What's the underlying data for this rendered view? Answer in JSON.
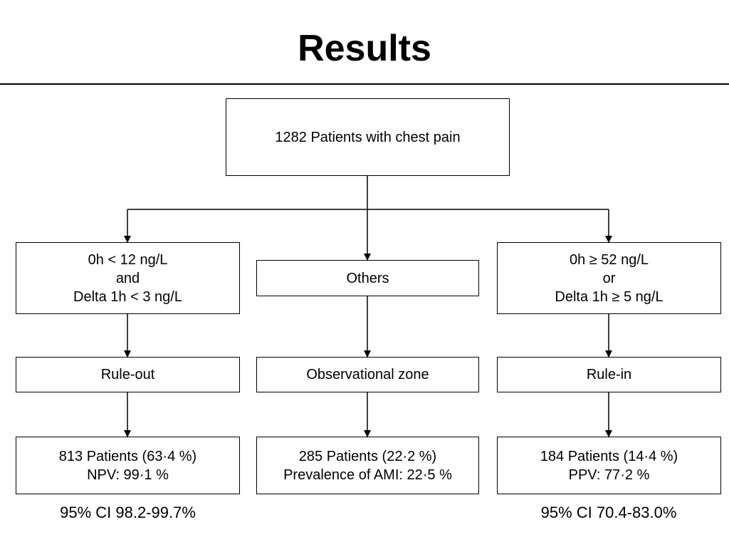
{
  "title": "Results",
  "root": {
    "text": "1282 Patients with chest pain"
  },
  "branches": {
    "left": {
      "criteria": [
        "0h < 12 ng/L",
        "and",
        "Delta 1h < 3 ng/L"
      ],
      "zone": "Rule-out",
      "result": [
        "813 Patients (63·4 %)",
        "NPV: 99·1 %"
      ],
      "ci": "95% CI 98.2-99.7%"
    },
    "middle": {
      "criteria": [
        "Others"
      ],
      "zone": "Observational zone",
      "result": [
        "285 Patients (22·2 %)",
        "Prevalence of AMI: 22·5 %"
      ]
    },
    "right": {
      "criteria": [
        "0h ≥ 52 ng/L",
        "or",
        "Delta 1h ≥ 5 ng/L"
      ],
      "zone": "Rule-in",
      "result": [
        "184 Patients (14·4 %)",
        "PPV: 77·2 %"
      ],
      "ci": "95% CI 70.4-83.0%"
    }
  }
}
